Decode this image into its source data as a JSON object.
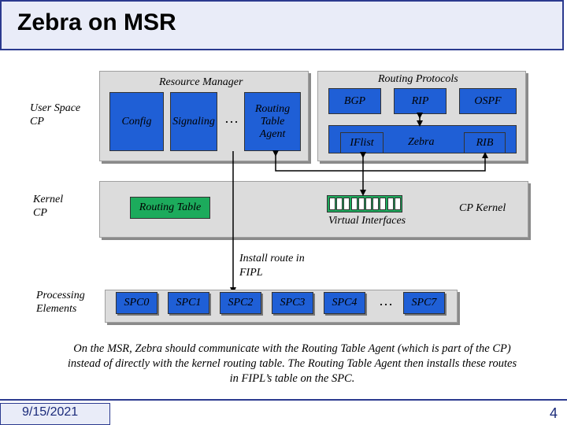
{
  "title": "Zebra on MSR",
  "left_labels": {
    "user_space": "User Space CP",
    "kernel": "Kernel CP",
    "processing": "Processing Elements"
  },
  "resource_manager": {
    "title": "Resource Manager",
    "config": "Config",
    "signaling": "Signaling",
    "ellipsis": "…",
    "rta": "Routing Table Agent"
  },
  "routing_protocols": {
    "title": "Routing Protocols",
    "bgp": "BGP",
    "rip": "RIP",
    "ospf": "OSPF",
    "iflist": "IFlist",
    "zebra": "Zebra",
    "rib": "RIB"
  },
  "kernel_panel": {
    "routing_table": "Routing Table",
    "cp_kernel": "CP Kernel",
    "virtual_interfaces": "Virtual Interfaces"
  },
  "install_label": "Install route in FIPL",
  "spcs": [
    "SPC0",
    "SPC1",
    "SPC2",
    "SPC3",
    "SPC4",
    "…",
    "SPC7"
  ],
  "caption": "On the MSR, Zebra should communicate with the Routing Table Agent (which is part of the CP) instead of directly with the kernel routing table. The Routing Table Agent then installs these routes in FIPL’s table on the SPC.",
  "footer": {
    "date": "9/15/2021",
    "page": "4"
  },
  "colors": {
    "box_blue": "#1f5fd6",
    "box_green": "#1cab5c",
    "panel_gray": "#dcdcdc",
    "title_blue": "#2b3a8f"
  }
}
